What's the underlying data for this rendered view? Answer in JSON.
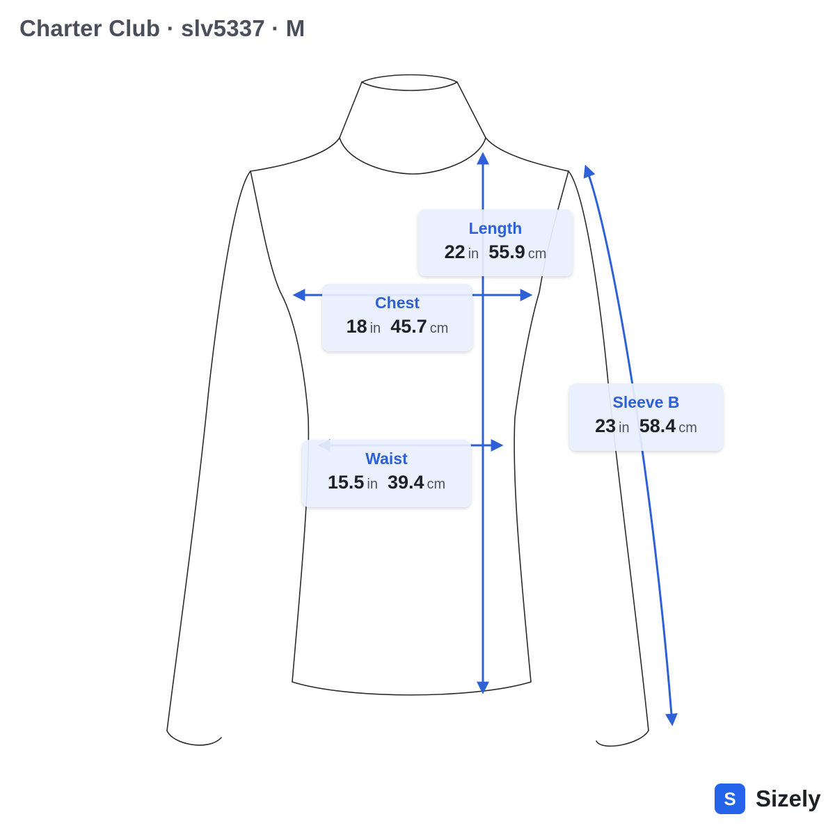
{
  "header": {
    "title": "Charter Club · slv5337 · M"
  },
  "measurements": [
    {
      "label": "Length",
      "inches": "22",
      "in_unit": "in",
      "centimeters": "55.9",
      "cm_unit": "cm"
    },
    {
      "label": "Chest",
      "inches": "18",
      "in_unit": "in",
      "centimeters": "45.7",
      "cm_unit": "cm"
    },
    {
      "label": "Sleeve B",
      "inches": "23",
      "in_unit": "in",
      "centimeters": "58.4",
      "cm_unit": "cm"
    },
    {
      "label": "Waist",
      "inches": "15.5",
      "in_unit": "in",
      "centimeters": "39.4",
      "cm_unit": "cm"
    }
  ],
  "brand": {
    "icon_letter": "S",
    "name": "Sizely",
    "color": "#2563eb"
  },
  "colors": {
    "accent": "#2f61d6",
    "outline": "#2b2b2b"
  },
  "icons": [
    "double-arrow-icon",
    "brand-logo-icon"
  ]
}
